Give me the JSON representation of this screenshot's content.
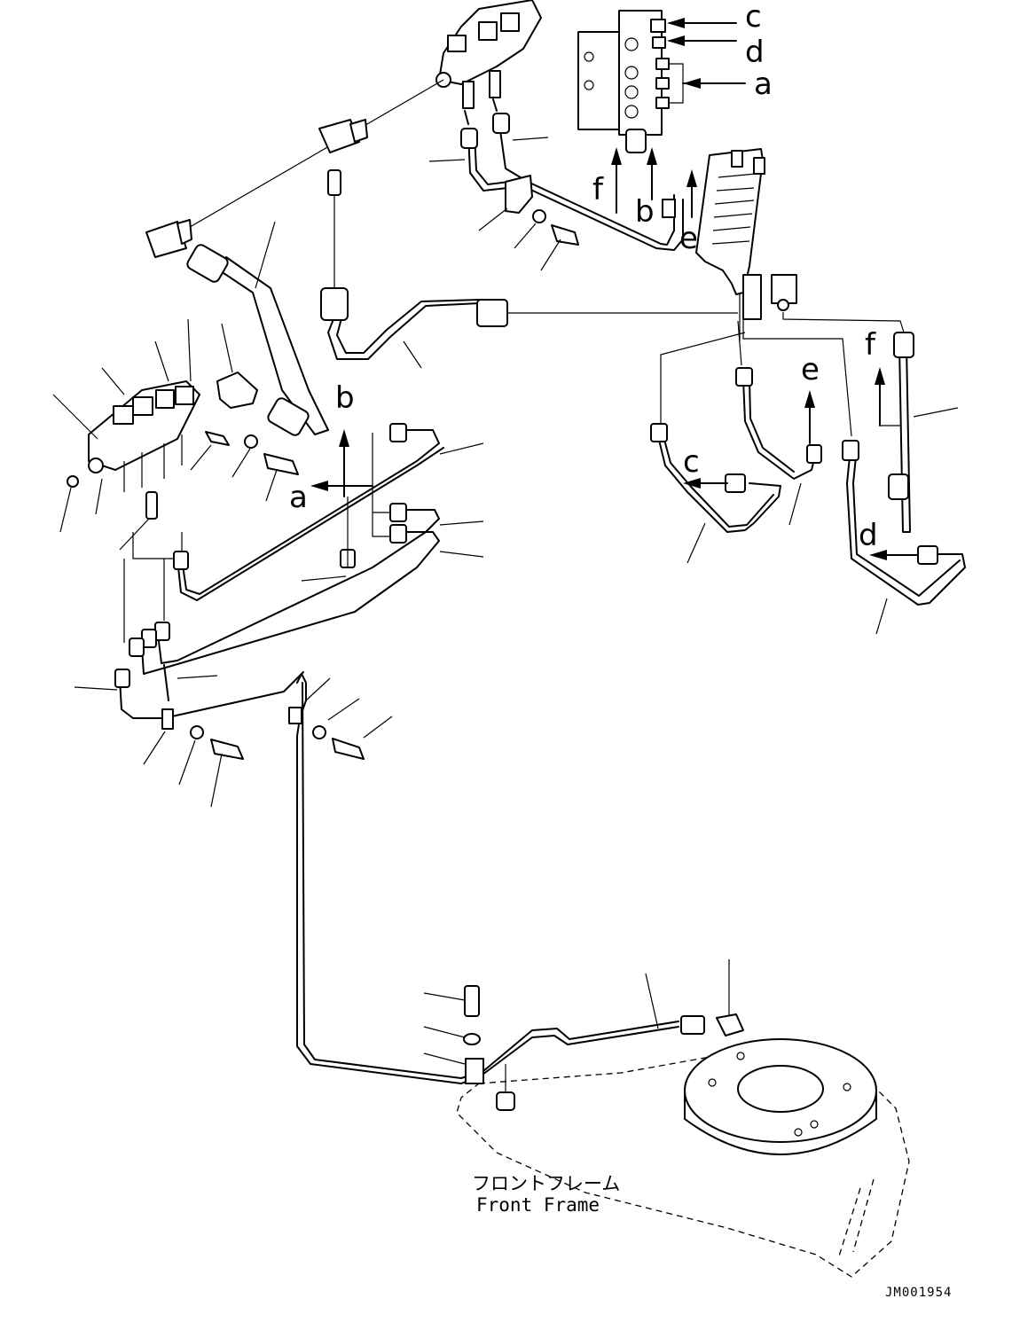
{
  "arrow_labels": {
    "top_right_c": "c",
    "top_right_d": "d",
    "top_right_a": "a",
    "top_f": "f",
    "top_b": "b",
    "top_e": "e",
    "mid_b": "b",
    "mid_a": "a",
    "right_f": "f",
    "right_e": "e",
    "right_c": "c",
    "right_d": "d"
  },
  "caption": {
    "japanese": "フロントフレーム",
    "english": "Front Frame"
  },
  "drawing_code": "JM001954"
}
